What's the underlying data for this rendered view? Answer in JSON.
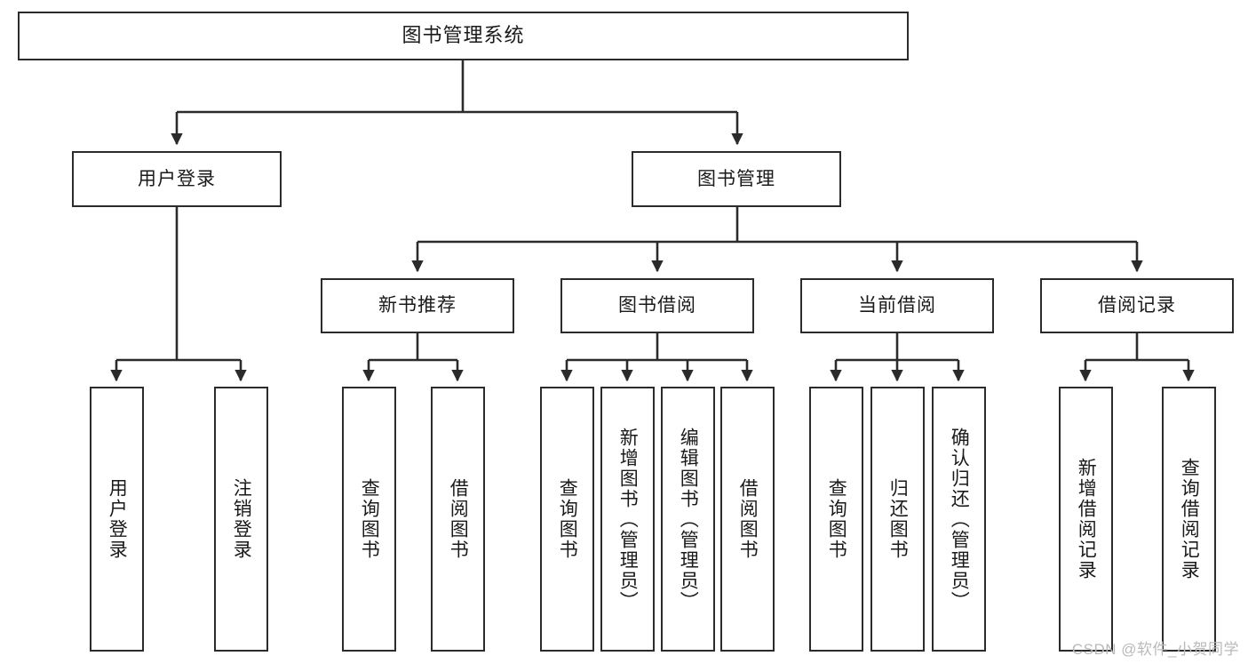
{
  "diagram": {
    "title": "图书管理系统",
    "type": "tree-hierarchy",
    "watermark": "CSDN @软件_小贺同学",
    "colors": {
      "box_border": "#2b2b2b",
      "box_fill": "#ffffff",
      "edge": "#2b2b2b",
      "text": "#1a1a1a",
      "watermark": "#b9b9b9",
      "background": "#ffffff"
    }
  },
  "nodes": {
    "root": {
      "label": "图书管理系统"
    },
    "level2": [
      {
        "label": "用户登录"
      },
      {
        "label": "图书管理"
      }
    ],
    "level3": [
      {
        "label": "新书推荐"
      },
      {
        "label": "图书借阅"
      },
      {
        "label": "当前借阅"
      },
      {
        "label": "借阅记录"
      }
    ],
    "leaves": {
      "user_login": [
        {
          "label": "用户登录"
        },
        {
          "label": "注销登录"
        }
      ],
      "new_book_recommend": [
        {
          "label": "查询图书"
        },
        {
          "label": "借阅图书"
        }
      ],
      "book_borrow": [
        {
          "label": "查询图书"
        },
        {
          "label": "新增图书（管理员）"
        },
        {
          "label": "编辑图书（管理员）"
        },
        {
          "label": "借阅图书"
        }
      ],
      "current_borrow": [
        {
          "label": "查询图书"
        },
        {
          "label": "归还图书"
        },
        {
          "label": "确认归还（管理员）"
        }
      ],
      "borrow_record": [
        {
          "label": "新增借阅记录"
        },
        {
          "label": "查询借阅记录"
        }
      ]
    }
  }
}
